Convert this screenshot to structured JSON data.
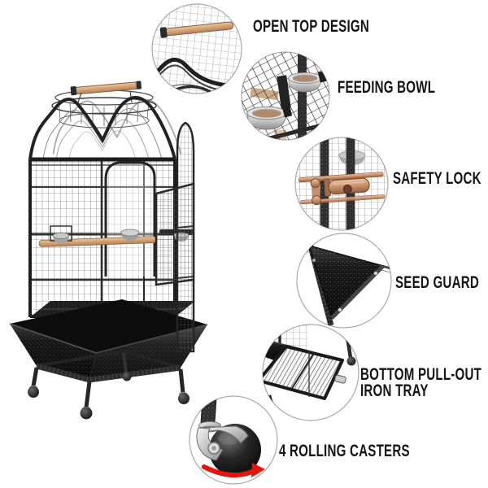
{
  "callouts": [
    {
      "id": "open-top-design",
      "label": "OPEN TOP DESIGN"
    },
    {
      "id": "feeding-bowl",
      "label": "FEEDING BOWL"
    },
    {
      "id": "safety-lock",
      "label": "SAFETY LOCK"
    },
    {
      "id": "seed-guard",
      "label": "SEED GUARD"
    },
    {
      "id": "bottom-pull-out-iron-tray",
      "label": "BOTTOM PULL-OUT IRON TRAY"
    },
    {
      "id": "rolling-casters",
      "label": "4 ROLLING CASTERS"
    }
  ],
  "colors": {
    "background": "#ffffff",
    "label_text": "#151515",
    "callout_circle_border": "#a9a9a9",
    "cage_frame_black": "#222222",
    "wood_perch_tan": "#d2a277",
    "safety_lock_copper": "#c68b66",
    "steel_bowl_gray": "#c9c9c9",
    "caster_arrow_red": "#e2150c"
  }
}
